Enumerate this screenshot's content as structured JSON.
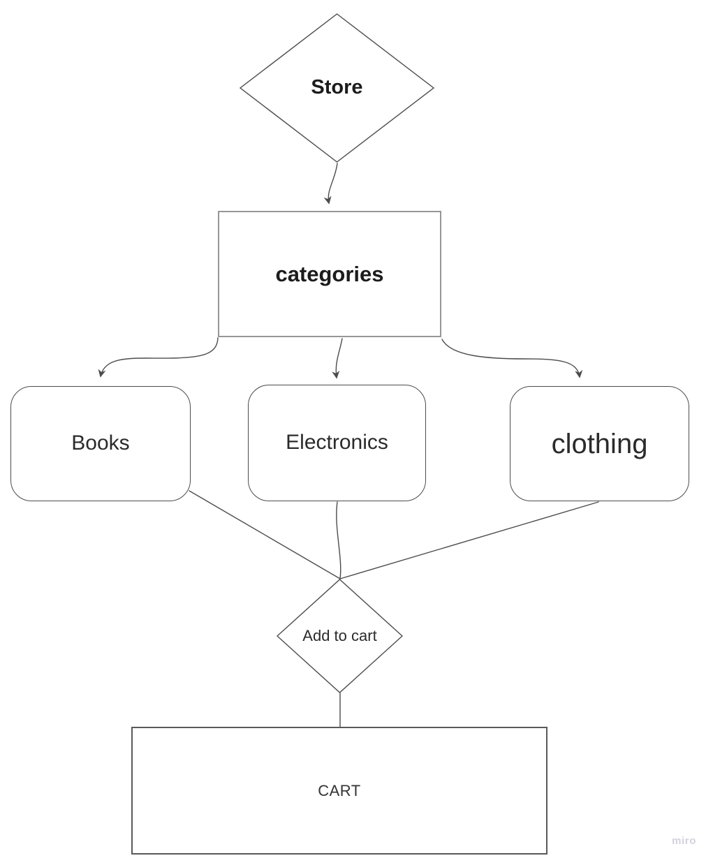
{
  "board": {
    "tool": "miro",
    "background": "#ffffff"
  },
  "nodes": {
    "store": {
      "label": "Store",
      "shape": "diamond"
    },
    "categories": {
      "label": "categories",
      "shape": "rectangle"
    },
    "books": {
      "label": "Books",
      "shape": "rounded-rectangle"
    },
    "electronics": {
      "label": "Electronics",
      "shape": "rounded-rectangle"
    },
    "clothing": {
      "label": "clothing",
      "shape": "rounded-rectangle"
    },
    "add_to_cart": {
      "label": "Add to cart",
      "shape": "diamond"
    },
    "cart": {
      "label": "CART",
      "shape": "rectangle"
    }
  },
  "edges": [
    {
      "from": "Store",
      "to": "categories",
      "arrowhead": true
    },
    {
      "from": "categories",
      "to": "Books",
      "arrowhead": true
    },
    {
      "from": "categories",
      "to": "Electronics",
      "arrowhead": true
    },
    {
      "from": "categories",
      "to": "clothing",
      "arrowhead": true
    },
    {
      "from": "Books",
      "to": "Add to cart",
      "arrowhead": false
    },
    {
      "from": "Electronics",
      "to": "Add to cart",
      "arrowhead": false
    },
    {
      "from": "clothing",
      "to": "Add to cart",
      "arrowhead": false
    },
    {
      "from": "Add to cart",
      "to": "CART",
      "arrowhead": false
    }
  ],
  "watermark": {
    "label": "miro",
    "color": "#d4d1dd"
  },
  "colors": {
    "connector_stroke": "#4c4c4c",
    "shape_stroke": "#4c4c4c",
    "categories_border": "#969696",
    "cart_border": "#595959",
    "text": "#1c1c1c"
  }
}
